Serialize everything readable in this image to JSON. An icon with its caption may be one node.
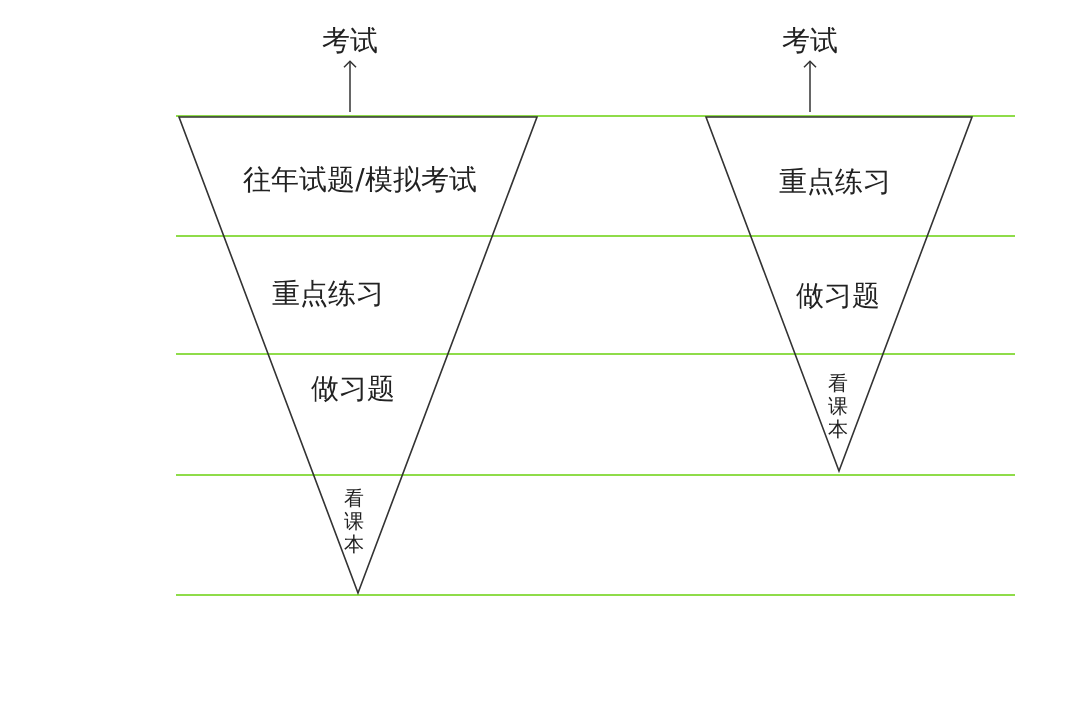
{
  "diagram": {
    "nodes": [
      {
        "text": [
          "考试"
        ]
      },
      {
        "text": [],
        "shape": "triangle"
      },
      {
        "text": [
          "往年试题/模拟考试"
        ],
        "in": 1
      },
      {
        "text": [
          "重点练习"
        ],
        "in": 1
      },
      {
        "text": [
          "做习题"
        ],
        "in": 1
      },
      {
        "text": [
          "看课本"
        ],
        "in": 1
      },
      {
        "text": [
          "考试"
        ]
      },
      {
        "text": [],
        "shape": "triangle"
      },
      {
        "text": [
          "重点练习"
        ],
        "in": 7
      },
      {
        "text": [
          "做习题"
        ],
        "in": 7
      },
      {
        "text": [
          "看课本"
        ],
        "in": 7
      }
    ],
    "edges": [
      {
        "from": 1,
        "to": 0,
        "arrow": "to"
      },
      {
        "from": 7,
        "to": 6,
        "arrow": "to"
      }
    ]
  }
}
